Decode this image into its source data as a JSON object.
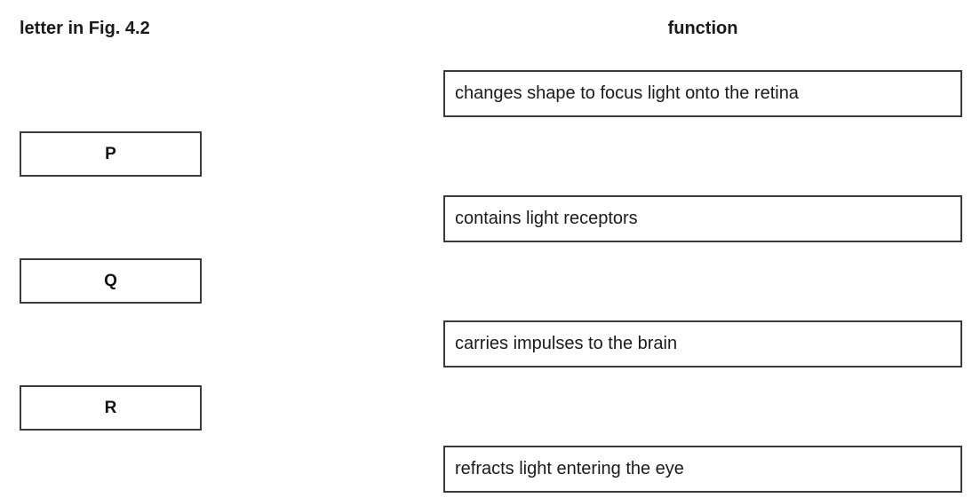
{
  "headings": {
    "left": "letter in Fig. 4.2",
    "right": "function"
  },
  "letters": [
    {
      "label": "P"
    },
    {
      "label": "Q"
    },
    {
      "label": "R"
    }
  ],
  "functions": [
    {
      "label": "changes shape to focus light onto the retina"
    },
    {
      "label": "contains light receptors"
    },
    {
      "label": "carries impulses to the brain"
    },
    {
      "label": "refracts light entering the eye"
    }
  ],
  "colors": {
    "background": "#ffffff",
    "text": "#1a1a1a",
    "box_border": "#3a3a3a"
  }
}
